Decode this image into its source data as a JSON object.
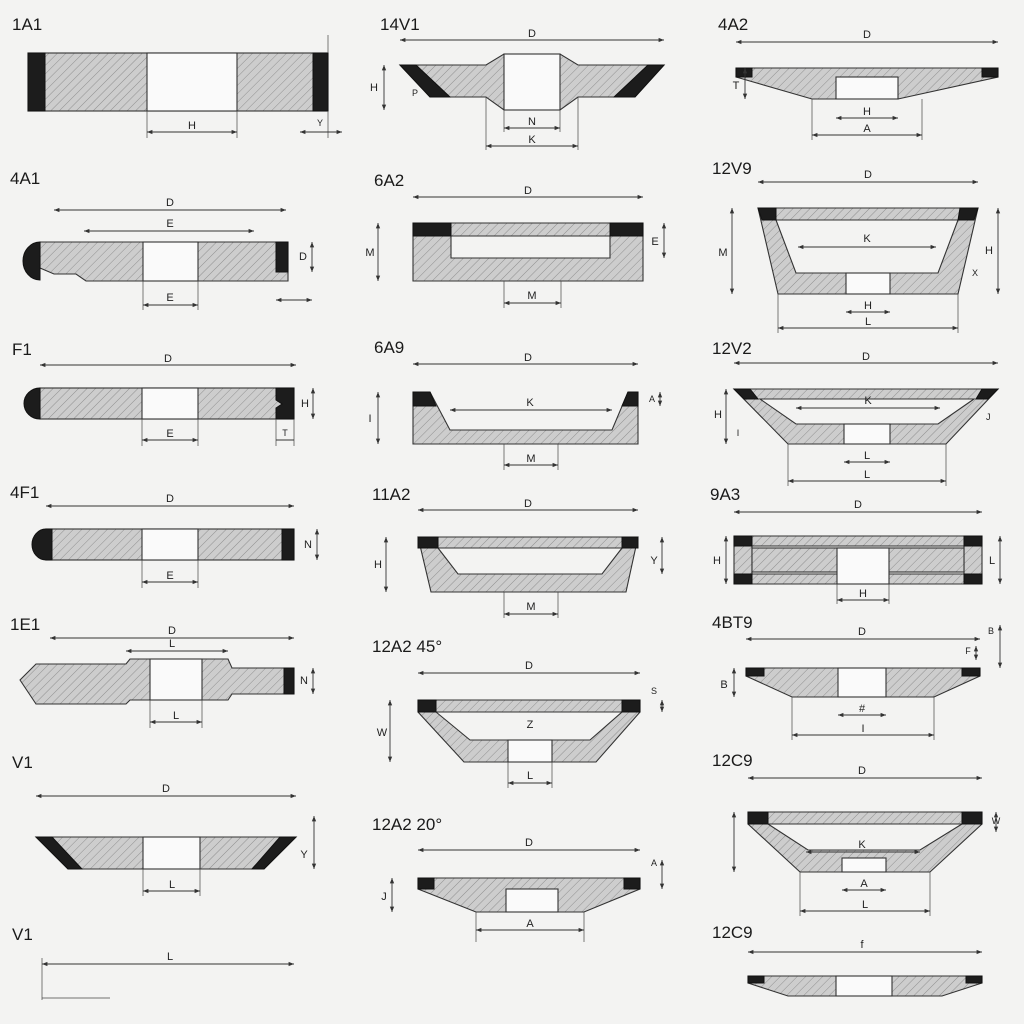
{
  "colors": {
    "background": "#f3f3f2",
    "hatch_fill": "#c9c9c9",
    "segment": "#1c1c1c",
    "line": "#333333"
  },
  "profiles": [
    {
      "id": "1A1",
      "title": "1A1",
      "dims": [
        "H",
        "Y"
      ]
    },
    {
      "id": "14V1",
      "title": "14V1",
      "dims": [
        "D",
        "H",
        "P",
        "N",
        "K"
      ]
    },
    {
      "id": "4A2",
      "title": "4A2",
      "dims": [
        "D",
        "T",
        "H",
        "A"
      ]
    },
    {
      "id": "4A1",
      "title": "4A1",
      "dims": [
        "D",
        "E",
        "D",
        "E"
      ]
    },
    {
      "id": "6A2",
      "title": "6A2",
      "dims": [
        "D",
        "M",
        "E",
        "M"
      ]
    },
    {
      "id": "12V9",
      "title": "12V9",
      "dims": [
        "D",
        "K",
        "M",
        "H",
        "X",
        "H",
        "L"
      ]
    },
    {
      "id": "F1",
      "title": "F1",
      "dims": [
        "D",
        "H",
        "E",
        "T"
      ]
    },
    {
      "id": "6A9",
      "title": "6A9",
      "dims": [
        "D",
        "K",
        "A",
        "I",
        "M"
      ]
    },
    {
      "id": "12V2",
      "title": "12V2",
      "dims": [
        "D",
        "K",
        "H",
        "I",
        "J",
        "L",
        "L"
      ]
    },
    {
      "id": "4F1",
      "title": "4F1",
      "dims": [
        "D",
        "N",
        "E"
      ]
    },
    {
      "id": "11A2",
      "title": "11A2",
      "dims": [
        "D",
        "H",
        "Y",
        "M"
      ]
    },
    {
      "id": "9A3",
      "title": "9A3",
      "dims": [
        "D",
        "H",
        "L",
        "H"
      ]
    },
    {
      "id": "1E1",
      "title": "1E1",
      "dims": [
        "D",
        "L",
        "N",
        "L"
      ]
    },
    {
      "id": "12A2-45",
      "title": "12A2 45°",
      "dims": [
        "D",
        "S",
        "Z",
        "W",
        "L"
      ]
    },
    {
      "id": "4BT9",
      "title": "4BT9",
      "dims": [
        "D",
        "B",
        "F",
        "B",
        "#",
        "I"
      ]
    },
    {
      "id": "V1-a",
      "title": "V1",
      "dims": [
        "D",
        "Y",
        "L"
      ]
    },
    {
      "id": "12C9-a",
      "title": "12C9",
      "dims": [
        "D",
        "W",
        "K",
        "A",
        "L"
      ]
    },
    {
      "id": "12A2-20",
      "title": "12A2 20°",
      "dims": [
        "D",
        "A",
        "J",
        "A"
      ]
    },
    {
      "id": "V1-b",
      "title": "V1",
      "dims": [
        "L"
      ]
    },
    {
      "id": "12C9-b",
      "title": "12C9",
      "dims": [
        "f"
      ]
    }
  ]
}
